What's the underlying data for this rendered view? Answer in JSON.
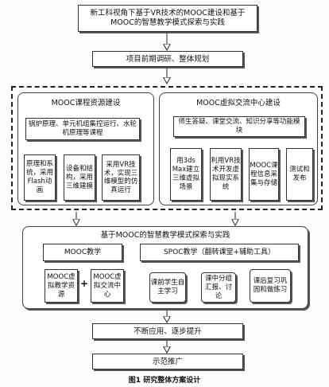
{
  "title_box": "新工科视角下基于VR技术的MOOC建设和基于MOOC的智慧教学模式探索与实践",
  "research_planning": "项目前期调研、整体规划",
  "mooc_resource": {
    "title": "MOOC课程资源建设",
    "topics": "锅炉原理、单元机组集控运行、水轮机原理等课程",
    "methods": [
      "原理和系统，采用Flash动画",
      "设备和结构，采用三维建模",
      "采用VR技术，实现三维模型的仿真运行"
    ]
  },
  "mooc_virtual": {
    "title": "MOOC虚拟交流中心建设",
    "functions": "师生答疑、课堂交流、知识分享等功能模块",
    "steps": [
      "用3ds Max建立三维虚拟场景",
      "利用VR技术开发虚拟现实系统",
      "MOOC课程信息采集与存储",
      "测试和发布"
    ]
  },
  "smart_teaching": {
    "title": "基于MOOC的智慧教学模式探索与实践",
    "mooc_teaching": {
      "label": "MOOC教学",
      "items": [
        "MOOC虚拟教学资源",
        "MOOC虚拟交流中心"
      ],
      "plus": "+"
    },
    "spoc_teaching": {
      "label": "SPOC教学（翻转课堂+辅助工具）",
      "items": [
        "课前学生自主学习",
        "课中分组汇报、讨论",
        "课后复习巩固和做练习"
      ]
    }
  },
  "continuous_improvement": "不断应用、逐步提升",
  "demonstration": "示范推广",
  "caption": "图1   研究整体方案设计"
}
